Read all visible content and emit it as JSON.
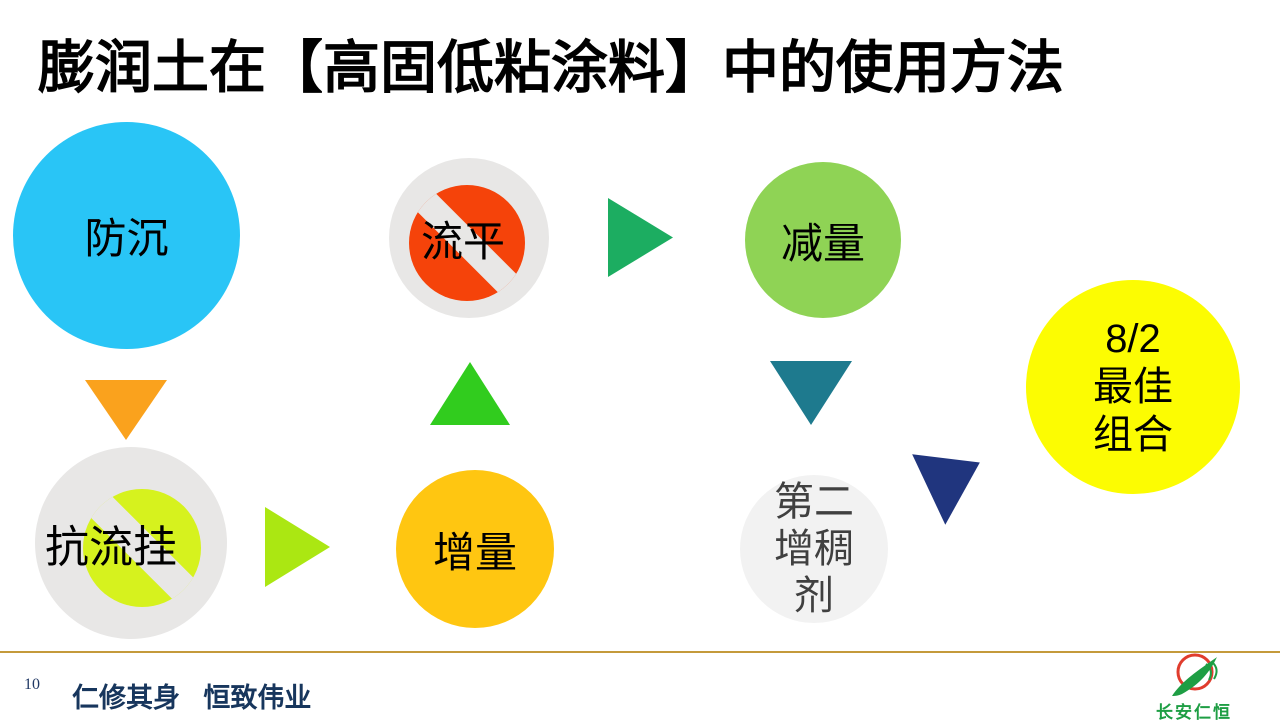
{
  "slide": {
    "title": "膨润土在【高固低粘涂料】中的使用方法"
  },
  "diagram": {
    "nodes": {
      "anti_settling": {
        "label": "防沉",
        "color": "#29C5F6"
      },
      "leveling": {
        "label": "流平",
        "color": "#F5430A",
        "ring_color": "#E8E7E6"
      },
      "reduction": {
        "label": "减量",
        "color": "#8FD355"
      },
      "anti_sagging": {
        "label": "抗流挂",
        "color": "#D6F21E",
        "ring_color": "#E8E7E6"
      },
      "increase": {
        "label": "增量",
        "color": "#FFC611"
      },
      "second_thickener": {
        "line1": "第二",
        "line2": "增稠",
        "line3": "剂",
        "color": "#F2F2F2"
      },
      "best_combo": {
        "line1": "8/2",
        "line2": "最佳",
        "line3": "组合",
        "color": "#FCFC02"
      }
    },
    "arrow_colors": {
      "orange_down": "#FAA21D",
      "yellow_green_right": "#ABE712",
      "green_up": "#31CC1E",
      "sea_green_right": "#1CAD61",
      "teal_down": "#1E7A8E",
      "navy_diagonal": "#20357E"
    }
  },
  "footer": {
    "page_number": "10",
    "slogan": "仁修其身 恒致伟业",
    "logo_text": "长安仁恒",
    "line_color": "#C49A3B",
    "text_color": "#17365D",
    "logo_green": "#1E9E44",
    "logo_red": "#E03C2D"
  }
}
